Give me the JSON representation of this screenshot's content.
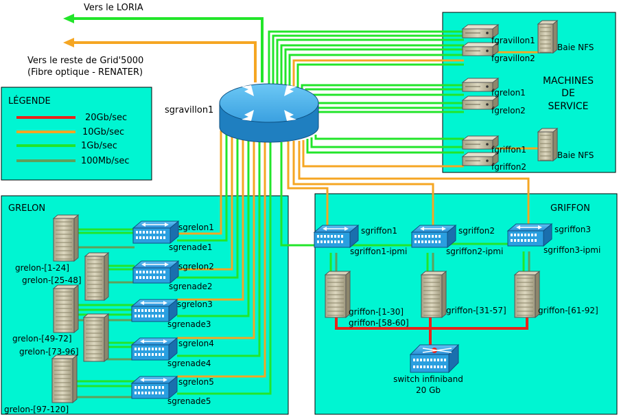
{
  "colors": {
    "panel": "#00f5d2",
    "line_20g": "#e8231b",
    "line_10g": "#f5a623",
    "line_1g": "#22e52a",
    "line_100m": "#5fa05a",
    "arrow_green": "#22e52a",
    "arrow_orange": "#f5a623",
    "switch_blue": "#2a9fe0",
    "server_tan": "#c8c2a4"
  },
  "external": {
    "loria": "Vers le LORIA",
    "grid_line1": "Vers le reste de Grid'5000",
    "grid_line2": "(Fibre optique - RENATER)"
  },
  "router": {
    "name": "sgravillon1"
  },
  "legend": {
    "title": "LÉGENDE",
    "items": [
      {
        "label": "20Gb/sec",
        "color": "#e8231b"
      },
      {
        "label": "10Gb/sec",
        "color": "#f5a623"
      },
      {
        "label": "1Gb/sec",
        "color": "#22e52a"
      },
      {
        "label": "100Mb/sec",
        "color": "#5fa05a"
      }
    ]
  },
  "service": {
    "title_lines": [
      "MACHINES",
      "DE",
      "SERVICE"
    ],
    "servers": [
      "fgravillon1",
      "fgravillon2",
      "fgrelon1",
      "fgrelon2",
      "fgriffon1",
      "fgriffon2"
    ],
    "nfs": [
      "Baie NFS",
      "Baie NFS"
    ]
  },
  "grelon": {
    "title": "GRELON",
    "switches": [
      {
        "top": "sgrelon1",
        "bottom": "sgrenade1"
      },
      {
        "top": "sgrelon2",
        "bottom": "sgrenade2"
      },
      {
        "top": "sgrelon3",
        "bottom": "sgrenade3"
      },
      {
        "top": "sgrelon4",
        "bottom": "sgrenade4"
      },
      {
        "top": "sgrelon5",
        "bottom": "sgrenade5"
      }
    ],
    "servers": [
      "grelon-[1-24]",
      "grelon-[25-48]",
      "grelon-[49-72]",
      "grelon-[73-96]",
      "grelon-[97-120]"
    ]
  },
  "griffon": {
    "title": "GRIFFON",
    "switches": [
      {
        "top": "sgriffon1",
        "bottom": "sgriffon1-ipmi"
      },
      {
        "top": "sgriffon2",
        "bottom": "sgriffon2-ipmi"
      },
      {
        "top": "sgriffon3",
        "bottom": "sgriffon3-ipmi"
      }
    ],
    "servers": [
      "griffon-[1-30]",
      "griffon-[58-60]",
      "griffon-[31-57]",
      "griffon-[61-92]"
    ],
    "infiniband_line1": "switch infiniband",
    "infiniband_line2": "20 Gb"
  }
}
